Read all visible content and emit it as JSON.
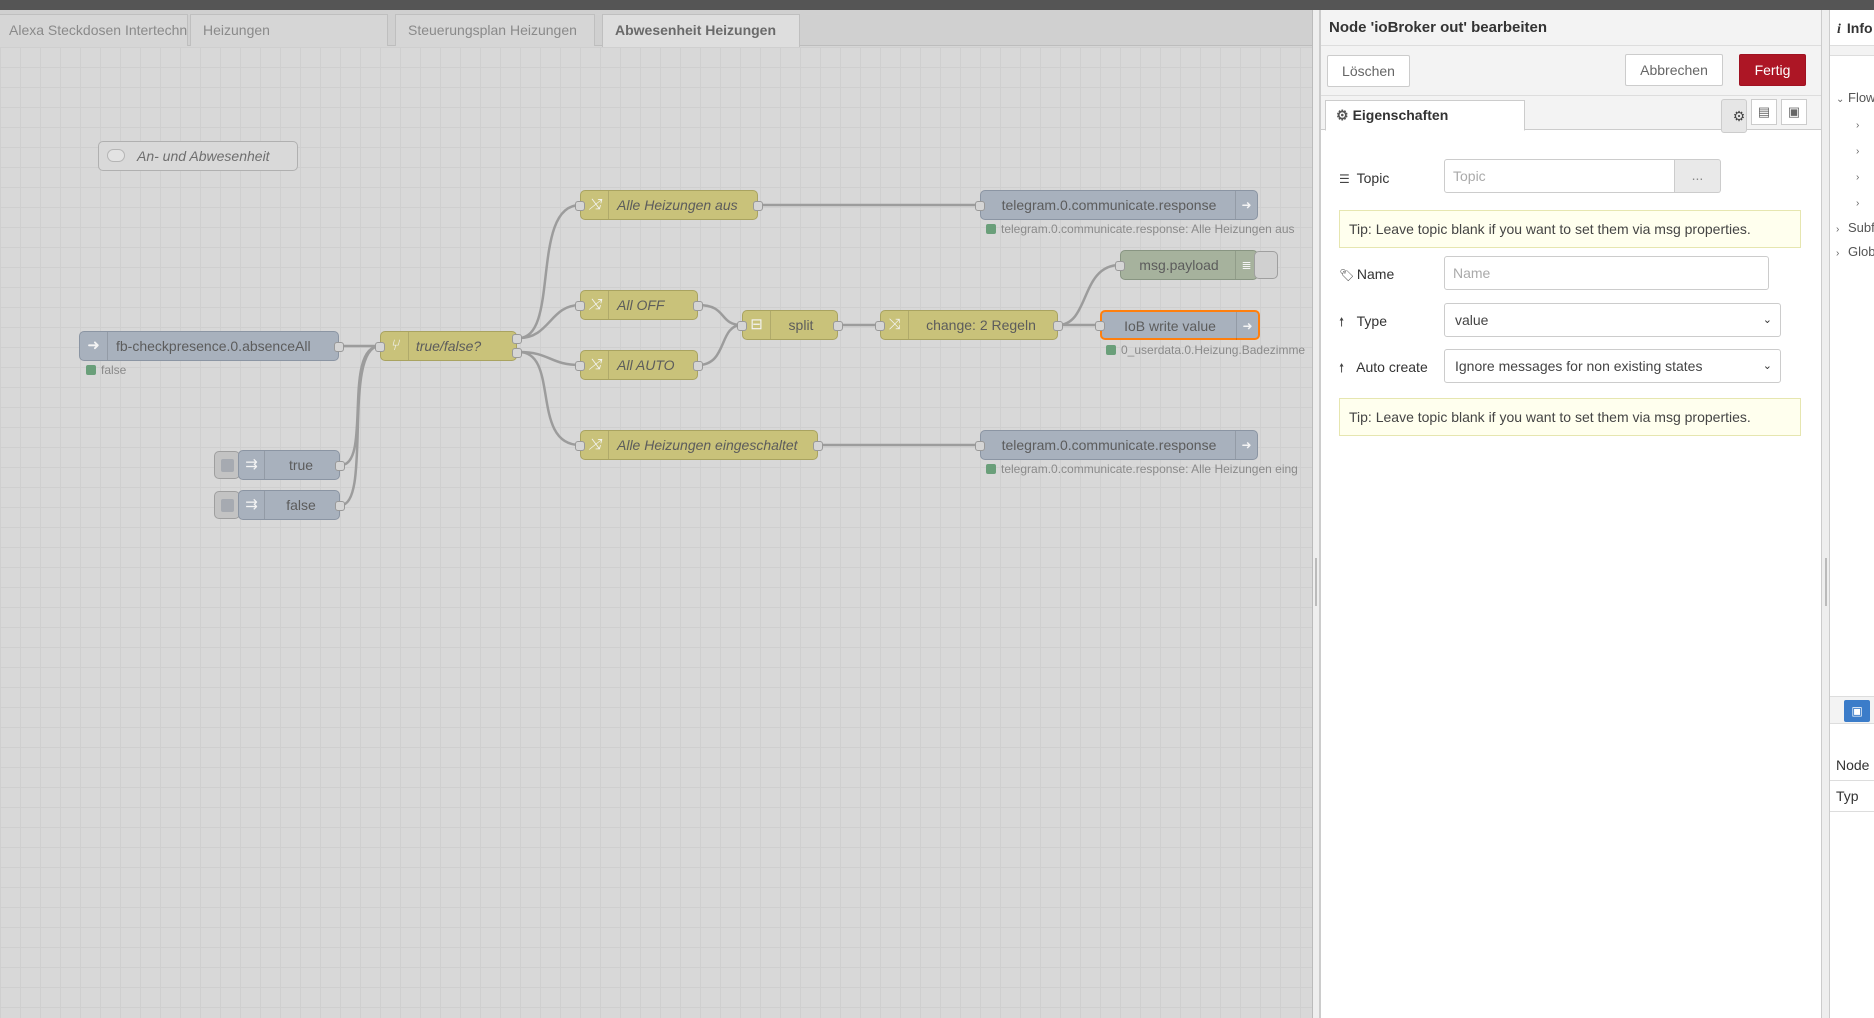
{
  "workspace": {
    "tabs": [
      {
        "label": "Alexa Steckdosen Intertechno"
      },
      {
        "label": "Heizungen"
      },
      {
        "label": "Steuerungsplan Heizungen"
      },
      {
        "label": "Abwesenheit Heizungen"
      }
    ],
    "active_tab": "Abwesenheit Heizungen",
    "comment": "An- und Abwesenheit",
    "nodes": {
      "presence": "fb-checkpresence.0.absenceAll",
      "presence_status": "false",
      "switch": "true/false?",
      "inject_true": "true",
      "inject_false": "false",
      "alle_aus": "Alle Heizungen aus",
      "all_off": "All OFF",
      "all_auto": "All AUTO",
      "alle_ein": "Alle Heizungen eingeschaltet",
      "split": "split",
      "change": "change: 2 Regeln",
      "debug": "msg.payload",
      "iob_write": "IoB write value",
      "iob_write_status": "0_userdata.0.Heizung.Badezimme",
      "telegram_top": "telegram.0.communicate.response",
      "telegram_top_status": "telegram.0.communicate.response: Alle Heizungen aus",
      "telegram_bottom": "telegram.0.communicate.response",
      "telegram_bottom_status": "telegram.0.communicate.response: Alle Heizungen eing"
    }
  },
  "editor": {
    "title": "Node 'ioBroker out' bearbeiten",
    "delete_label": "Löschen",
    "cancel_label": "Abbrechen",
    "done_label": "Fertig",
    "tab_label": "Eigenschaften",
    "fields": {
      "topic_label": "Topic",
      "topic_placeholder": "Topic",
      "topic_button": "...",
      "name_label": "Name",
      "name_placeholder": "Name",
      "type_label": "Type",
      "type_value": "value",
      "autocreate_label": "Auto create",
      "autocreate_value": "Ignore messages for non existing states"
    },
    "tip1": "Tip: Leave topic blank if you want to set them via msg properties.",
    "tip2": "Tip: Leave topic blank if you want to set them via msg properties."
  },
  "sidebar": {
    "tab_label": "Info",
    "tree": [
      "Flows",
      "Subflows",
      "Global"
    ],
    "props": [
      "Node",
      "Typ"
    ]
  },
  "colors": {
    "primary_button": "#ad1625",
    "function_node": "#c9c27a",
    "iobroker_node": "#a8b1bd",
    "debug_node": "#a6b29d",
    "selected_outline": "#ff7f0e"
  },
  "icons": [
    "shuffle-icon",
    "switch-icon",
    "arrow-icon",
    "split-icon",
    "list-icon",
    "gear-icon",
    "file-icon",
    "frame-icon",
    "tag-icon",
    "arrow-up-icon",
    "info-icon"
  ]
}
